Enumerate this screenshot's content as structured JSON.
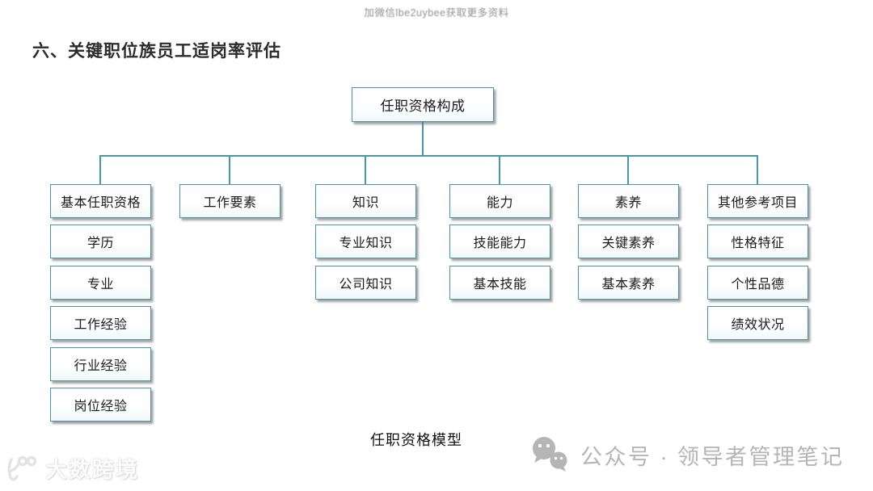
{
  "watermark_top": "加微信lbe2uybee获取更多资料",
  "title": "六、关键职位族员工适岗率评估",
  "diagram": {
    "root": "任职资格构成",
    "columns": [
      {
        "header": "基本任职资格",
        "items": [
          "学历",
          "专业",
          "工作经验",
          "行业经验",
          "岗位经验"
        ]
      },
      {
        "header": "工作要素",
        "items": []
      },
      {
        "header": "知识",
        "items": [
          "专业知识",
          "公司知识"
        ]
      },
      {
        "header": "能力",
        "items": [
          "技能能力",
          "基本技能"
        ]
      },
      {
        "header": "素养",
        "items": [
          "关键素养",
          "基本素养"
        ]
      },
      {
        "header": "其他参考项目",
        "items": [
          "性格特征",
          "个性品德",
          "绩效状况"
        ]
      }
    ],
    "caption": "任职资格模型",
    "line_color": "#4897a7",
    "box_border_color": "#4a97a8"
  },
  "footer": {
    "wechat_label": "公众号 · 领导者管理笔记",
    "wechat_icon": "wechat-icon",
    "logo_text": "大数跨境",
    "gray": "#b5b5b5"
  }
}
